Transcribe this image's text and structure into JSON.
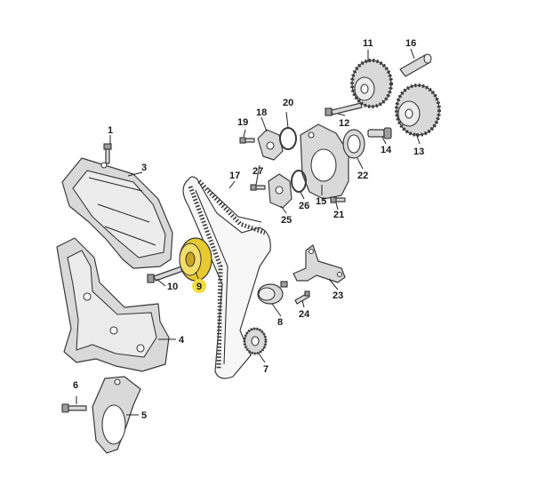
{
  "callouts": [
    {
      "id": "1",
      "label": "1"
    },
    {
      "id": "3",
      "label": "3"
    },
    {
      "id": "4",
      "label": "4"
    },
    {
      "id": "5",
      "label": "5"
    },
    {
      "id": "6",
      "label": "6"
    },
    {
      "id": "7",
      "label": "7"
    },
    {
      "id": "8",
      "label": "8"
    },
    {
      "id": "9",
      "label": "9",
      "highlighted": true
    },
    {
      "id": "10",
      "label": "10"
    },
    {
      "id": "11",
      "label": "11"
    },
    {
      "id": "12",
      "label": "12"
    },
    {
      "id": "13",
      "label": "13"
    },
    {
      "id": "14",
      "label": "14"
    },
    {
      "id": "15",
      "label": "15"
    },
    {
      "id": "16",
      "label": "16"
    },
    {
      "id": "17",
      "label": "17"
    },
    {
      "id": "18",
      "label": "18"
    },
    {
      "id": "19",
      "label": "19"
    },
    {
      "id": "20",
      "label": "20"
    },
    {
      "id": "21",
      "label": "21"
    },
    {
      "id": "22",
      "label": "22"
    },
    {
      "id": "23",
      "label": "23"
    },
    {
      "id": "24",
      "label": "24"
    },
    {
      "id": "25",
      "label": "25"
    },
    {
      "id": "26",
      "label": "26"
    },
    {
      "id": "27",
      "label": "27"
    }
  ],
  "colors": {
    "part_fill": "#d9d9d9",
    "outline": "#3a3a3a",
    "highlight_part": "#e8c930",
    "highlight_label_bg": "#f2dd3d",
    "text": "#1a1a1a"
  }
}
